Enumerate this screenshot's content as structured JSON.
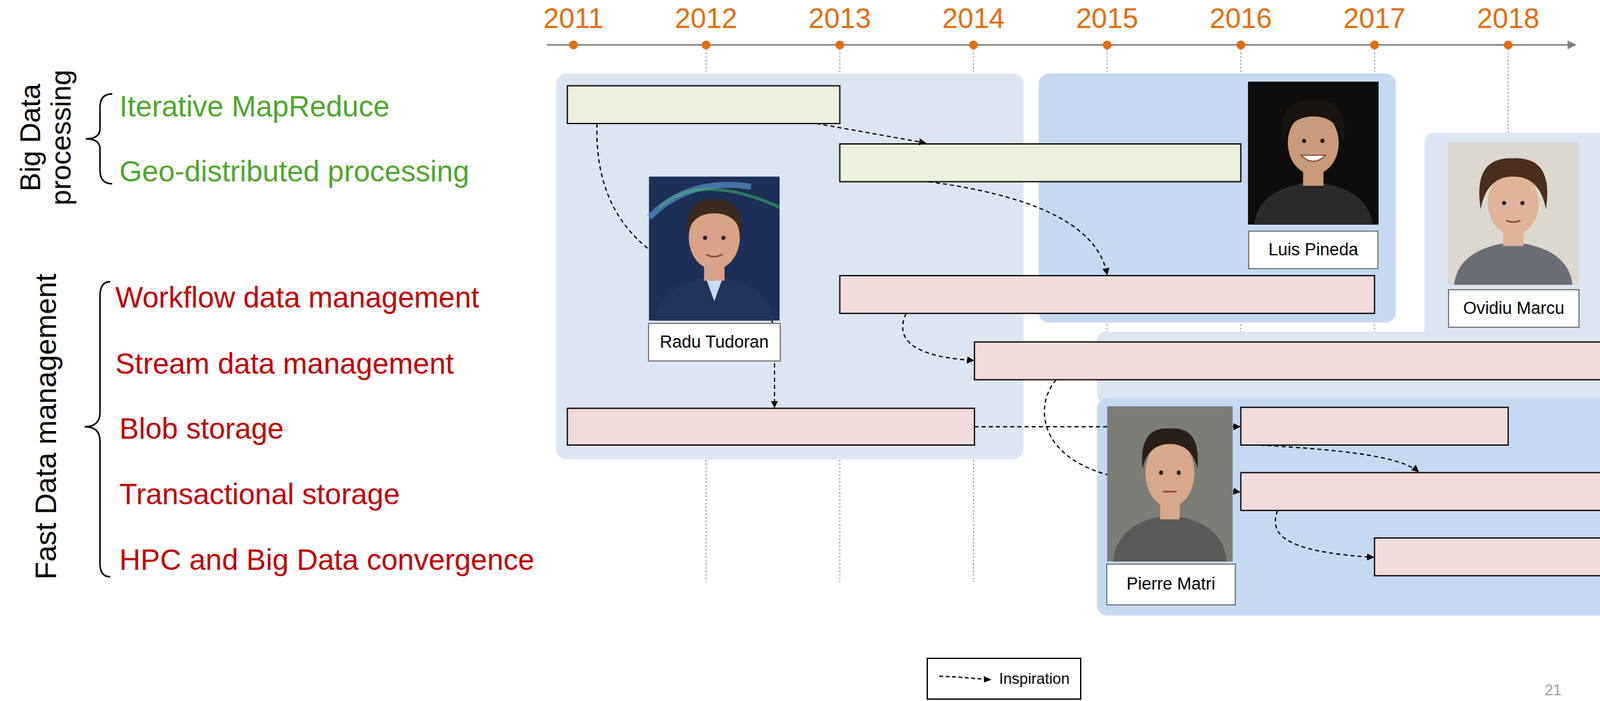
{
  "diagram": {
    "nodes": [
      {
        "text": [
          "Radu Tudoran"
        ]
      },
      {
        "text": [
          "Luis Pineda"
        ]
      },
      {
        "text": [
          "Ovidiu Marcu"
        ]
      },
      {
        "text": [
          "Pierre Matri"
        ]
      }
    ],
    "labels": [
      "2011",
      "2012",
      "2013",
      "2014",
      "2015",
      "2016",
      "2017",
      "2018",
      "Big Data processing",
      "Iterative MapReduce",
      "Geo-distributed processing",
      "Fast Data management",
      "Workflow data management",
      "Stream data management",
      "Blob storage",
      "Transactional storage",
      "HPC and Big Data convergence",
      "21"
    ],
    "legend": [
      {
        "text": "Inspiration"
      }
    ]
  }
}
